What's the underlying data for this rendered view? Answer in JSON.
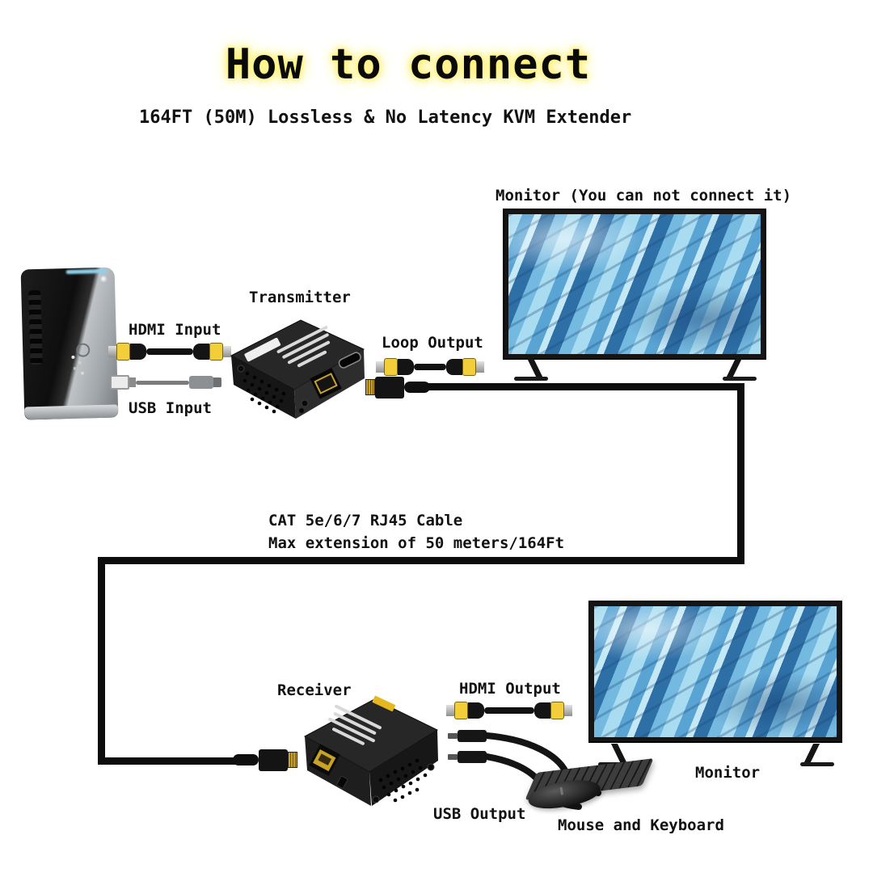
{
  "title": "How to connect",
  "subtitle": "164FT (50M) Lossless & No Latency KVM Extender",
  "labels": {
    "monitor_top": "Monitor (You can not connect it)",
    "transmitter": "Transmitter",
    "hdmi_input": "HDMI Input",
    "usb_input": "USB Input",
    "loop_output": "Loop Output",
    "cat_cable_line1": "CAT 5e/6/7 RJ45 Cable",
    "cat_cable_line2": "Max extension of 50 meters/164Ft",
    "receiver": "Receiver",
    "hdmi_output": "HDMI Output",
    "usb_output": "USB Output",
    "mouse_keyboard": "Mouse and Keyboard",
    "monitor_bottom": "Monitor"
  },
  "colors": {
    "background": "#ffffff",
    "title_text": "#0a0a0a",
    "title_glow": "#fff176",
    "label_text": "#111111",
    "cable_black": "#0d0d0d",
    "hdmi_connector_yellow": "#f2cf3a",
    "receiver_sticker_yellow": "#e6b820",
    "rj45_gold": "#c9a227",
    "screen_blue_light": "#a9dcf0",
    "screen_blue_mid": "#5aa4d4",
    "screen_blue_dark": "#2e6fa6",
    "pc_panel_gray": "#bfc3c6",
    "device_body": "#272727"
  }
}
